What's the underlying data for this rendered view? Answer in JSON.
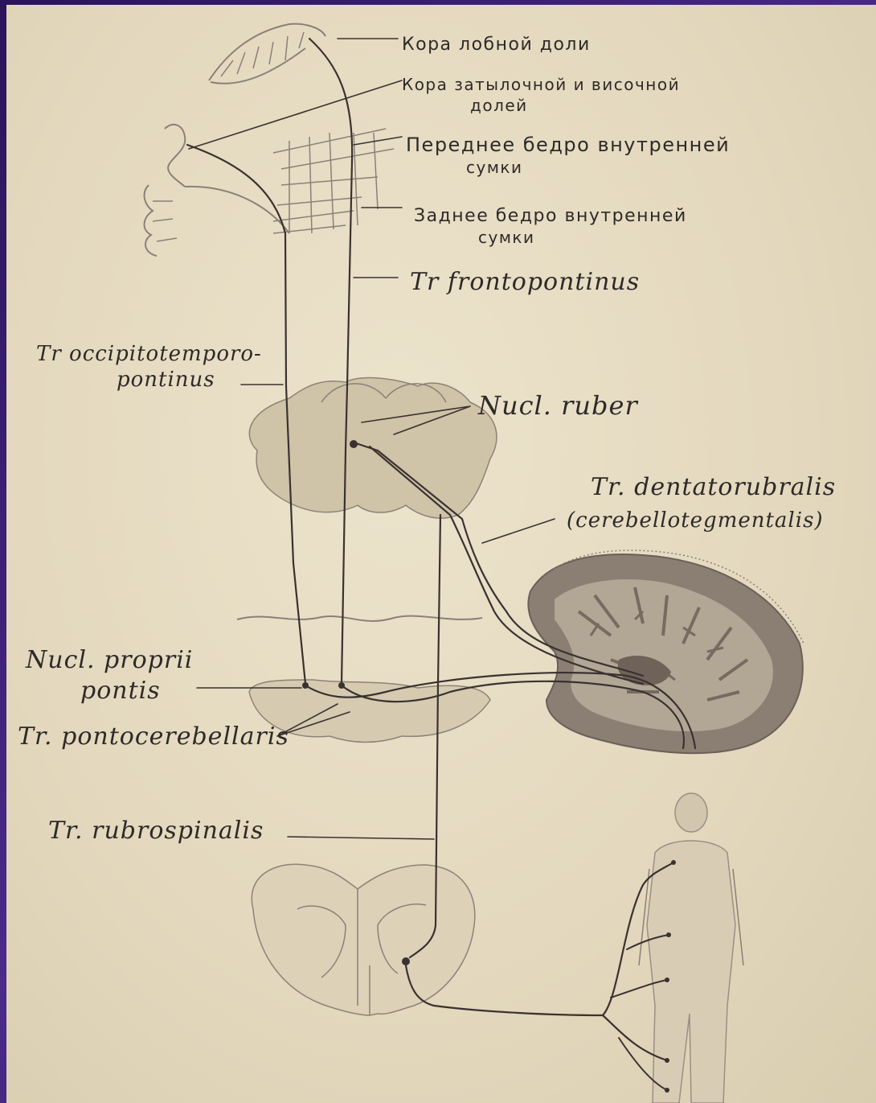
{
  "diagram": {
    "labels": {
      "cortex_frontal": "Кора лобной доли",
      "cortex_occipital_line1": "Кора затылочной и височной",
      "cortex_occipital_line2": "долей",
      "anterior_limb_line1": "Переднее бедро внутренней",
      "anterior_limb_line2": "сумки",
      "posterior_limb_line1": "Заднее бедро внутренней",
      "posterior_limb_line2": "сумки",
      "tr_frontopontinus": "Tr frontopontinus",
      "tr_occipitotemporo_line1": "Tr occipitotemporo-",
      "tr_occipitotemporo_line2": "pontinus",
      "nucl_ruber": "Nucl. ruber",
      "tr_dentatorubralis_line1": "Tr. dentatorubralis",
      "tr_dentatorubralis_line2": "(cerebellotegmentalis)",
      "nucl_proprii_line1": "Nucl. proprii",
      "nucl_proprii_line2": "pontis",
      "tr_pontocerebellaris": "Tr. pontocerebellaris",
      "tr_rubrospinalis": "Tr. rubrospinalis"
    },
    "colors": {
      "background": "#3a1f6e",
      "paper": "#e6dcc2",
      "ink": "#3a3230"
    }
  }
}
